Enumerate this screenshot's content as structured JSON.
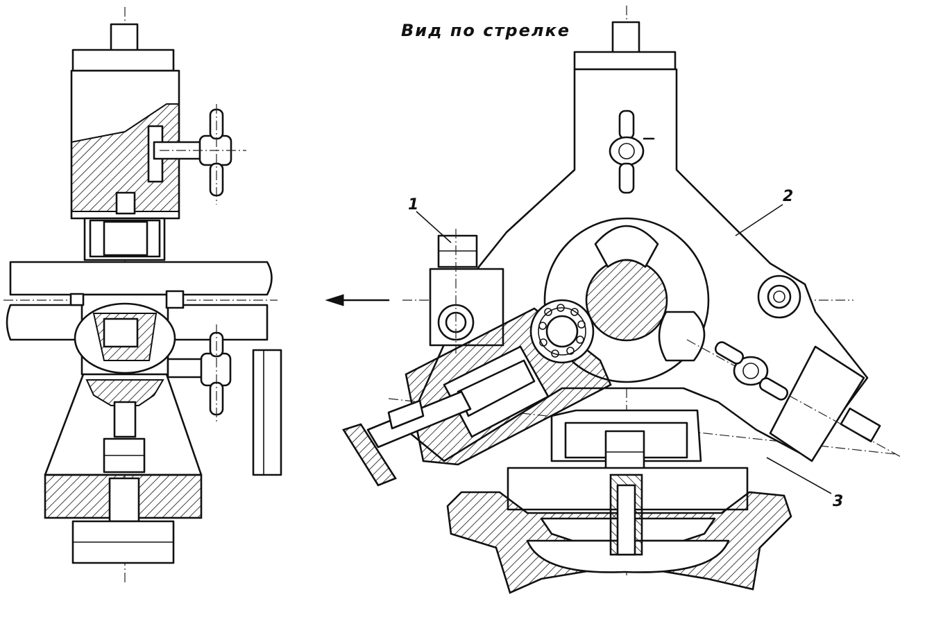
{
  "figure": {
    "view_caption": "Вид по стрелке",
    "callouts": [
      {
        "id": "1",
        "label": "1"
      },
      {
        "id": "2",
        "label": "2"
      },
      {
        "id": "3",
        "label": "3"
      }
    ]
  },
  "colors": {
    "ink": "#111111",
    "paper": "#ffffff"
  }
}
